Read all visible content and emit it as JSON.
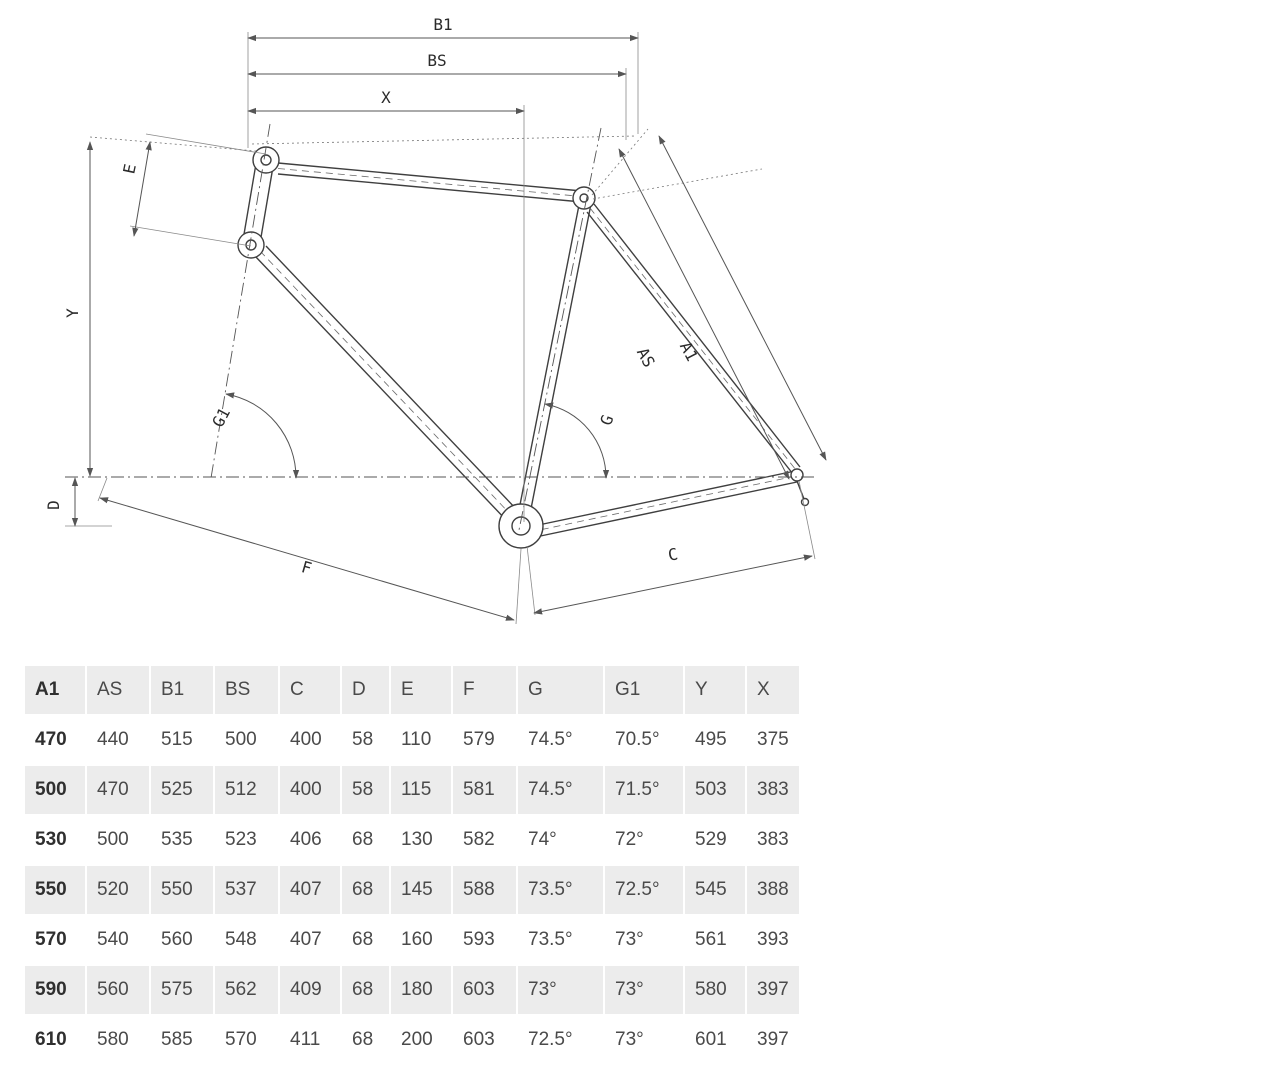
{
  "diagram": {
    "labels": {
      "b1": "B1",
      "bs": "BS",
      "x": "X",
      "e": "E",
      "y": "Y",
      "d": "D",
      "g1": "G1",
      "g": "G",
      "f": "F",
      "c": "C",
      "as": "AS",
      "a1": "A1"
    }
  },
  "table": {
    "columns": [
      "A1",
      "AS",
      "B1",
      "BS",
      "C",
      "D",
      "E",
      "F",
      "G",
      "G1",
      "Y",
      "X"
    ],
    "rows": [
      [
        "470",
        "440",
        "515",
        "500",
        "400",
        "58",
        "110",
        "579",
        "74.5°",
        "70.5°",
        "495",
        "375"
      ],
      [
        "500",
        "470",
        "525",
        "512",
        "400",
        "58",
        "115",
        "581",
        "74.5°",
        "71.5°",
        "503",
        "383"
      ],
      [
        "530",
        "500",
        "535",
        "523",
        "406",
        "68",
        "130",
        "582",
        "74°",
        "72°",
        "529",
        "383"
      ],
      [
        "550",
        "520",
        "550",
        "537",
        "407",
        "68",
        "145",
        "588",
        "73.5°",
        "72.5°",
        "545",
        "388"
      ],
      [
        "570",
        "540",
        "560",
        "548",
        "407",
        "68",
        "160",
        "593",
        "73.5°",
        "73°",
        "561",
        "393"
      ],
      [
        "590",
        "560",
        "575",
        "562",
        "409",
        "68",
        "180",
        "603",
        "73°",
        "73°",
        "580",
        "397"
      ],
      [
        "610",
        "580",
        "585",
        "570",
        "411",
        "68",
        "200",
        "603",
        "72.5°",
        "73°",
        "601",
        "397"
      ]
    ]
  }
}
